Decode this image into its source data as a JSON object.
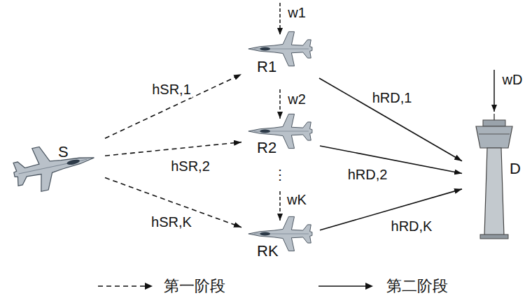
{
  "diagram": {
    "nodes": [
      {
        "text": [
          "S"
        ]
      },
      {
        "text": [
          "R1"
        ]
      },
      {
        "text": [
          "R2"
        ]
      },
      {
        "text": [
          "RK"
        ]
      },
      {
        "text": [
          "D"
        ]
      }
    ],
    "edges": [
      {
        "from": 0,
        "to": 1,
        "arrow": "to",
        "label": "hSR,1"
      },
      {
        "from": 0,
        "to": 2,
        "arrow": "to",
        "label": "hSR,2"
      },
      {
        "from": 0,
        "to": 3,
        "arrow": "to",
        "label": "hSR,K"
      },
      {
        "from": 1,
        "to": 4,
        "arrow": "to",
        "label": "hRD,1"
      },
      {
        "from": 2,
        "to": 4,
        "arrow": "to",
        "label": "hRD,2"
      },
      {
        "from": 3,
        "to": 4,
        "arrow": "to",
        "label": "hRD,K"
      }
    ],
    "labels": [
      "w1",
      "w2",
      "⋮",
      "wK",
      "wD"
    ],
    "legend": [
      {
        "text": "第一阶段"
      },
      {
        "text": "第二阶段"
      }
    ]
  }
}
